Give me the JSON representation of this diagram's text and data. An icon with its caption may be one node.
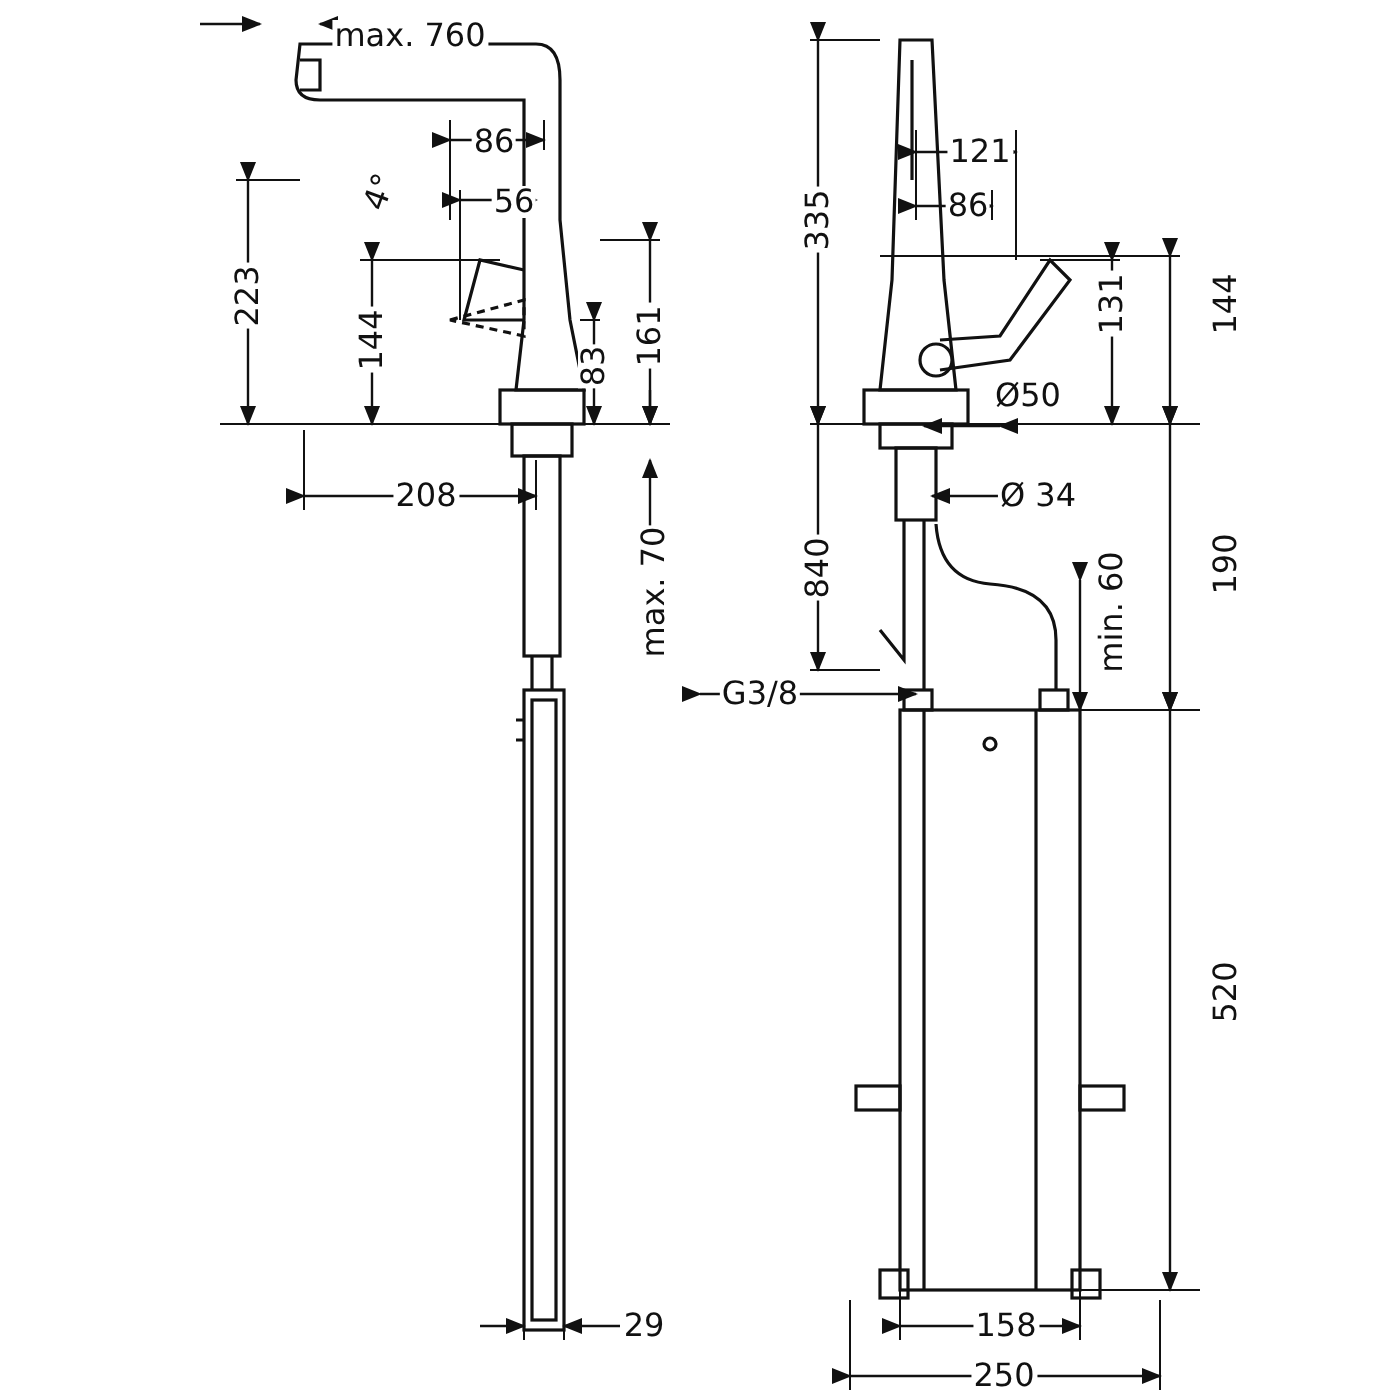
{
  "diagram": {
    "labels": [
      "max. 760",
      "86",
      "4°",
      "56",
      "223",
      "144",
      "161",
      "83",
      "208",
      "max. 70",
      "29",
      "335",
      "121",
      "86",
      "131",
      "144",
      "Ø50",
      "840",
      "Ø 34",
      "190",
      "min. 60",
      "G3/8",
      "520",
      "158",
      "250"
    ]
  }
}
